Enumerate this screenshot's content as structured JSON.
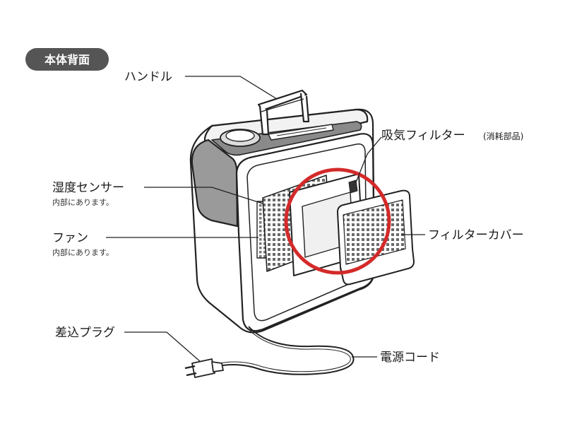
{
  "badge": {
    "text": "本体背面",
    "color": "#555555"
  },
  "labels": {
    "handle": "ハンドル",
    "intake_filter": "吸気フィルター",
    "intake_filter_note": "(消耗部品)",
    "humidity_sensor": "湿度センサー",
    "humidity_sensor_note": "内部にあります。",
    "fan": "ファン",
    "fan_note": "内部にあります。",
    "filter_cover": "フィルターカバー",
    "plug": "差込プラグ",
    "power_cord": "電源コード"
  },
  "icons": [
    "dehumidifier-body",
    "highlight-circle",
    "power-plug"
  ],
  "colors": {
    "highlight": "#d42a2a",
    "body_shade": "#9a9a9a"
  }
}
